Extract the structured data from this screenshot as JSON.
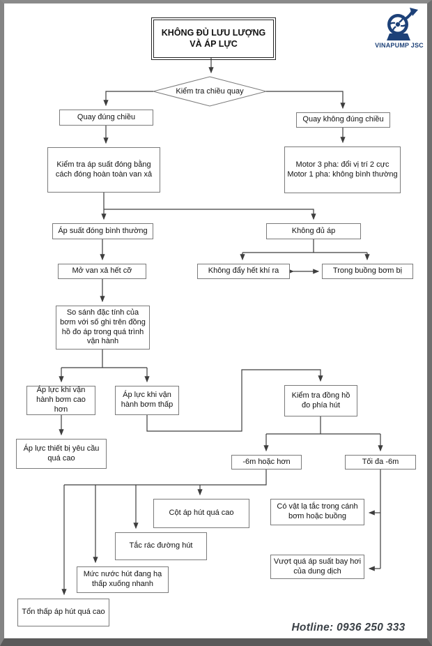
{
  "header": {
    "logo_text": "VINAPUMP JSC"
  },
  "footer": {
    "hotline": "Hotline: 0936 250 333"
  },
  "colors": {
    "brand_navy": "#1d4178",
    "connector_line": "#3d3d3d",
    "box_border": "#7a7a7a",
    "hotline_text": "#3a4046",
    "page_frame": "#6f6f6f"
  },
  "flowchart": {
    "nodes": {
      "title": {
        "label": "KHÔNG ĐỦ LƯU LƯỢNG\nVÀ ÁP LỰC"
      },
      "check_rotation": {
        "label": "Kiểm tra chiều quay"
      },
      "correct_rotation": {
        "label": "Quay đúng chiều"
      },
      "wrong_rotation": {
        "label": "Quay không đúng chiều"
      },
      "check_shutoff_pressure": {
        "label": "Kiểm tra áp suất đóng bằng cách đóng hoàn toàn van xả"
      },
      "motor_fix": {
        "label": "Motor 3 pha: đổi vị trí 2 cực\nMotor 1 pha: không bình thường"
      },
      "shutoff_pressure_normal": {
        "label": "Áp suất đóng bình thường"
      },
      "not_enough_pressure": {
        "label": "Không đủ áp"
      },
      "open_valve_fully": {
        "label": "Mở van xả hết cỡ"
      },
      "air_not_purged": {
        "label": "Không đẩy hết khí ra"
      },
      "in_pump_chamber": {
        "label": "Trong buồng bơm bị"
      },
      "compare_characteristics": {
        "label": "So sánh đặc tính của bơm với số ghi trên đồng hồ đo áp trong quá trình vận hành"
      },
      "operating_pressure_higher": {
        "label": "Áp lực khi vận hành bơm cao hơn"
      },
      "operating_pressure_lower": {
        "label": "Áp lực khi vận hành bơm thấp"
      },
      "check_suction_gauge": {
        "label": "Kiểm tra đồng hồ đo phía hút"
      },
      "required_pressure_too_high": {
        "label": "Áp lực thiết bị yêu cầu quá cao"
      },
      "minus6m_or_more": {
        "label": "-6m hoặc hơn"
      },
      "max_minus6m": {
        "label": "Tối đa -6m"
      },
      "suction_head_too_high": {
        "label": "Cột áp hút quá cao"
      },
      "foreign_object_stuck": {
        "label": "Có vật lạ tắc trong cánh bơm hoặc buồng"
      },
      "suction_line_clogged": {
        "label": "Tắc rác đường hút"
      },
      "water_level_dropping": {
        "label": "Mức nước hút đang hạ thấp xuống nhanh"
      },
      "suction_loss_too_high": {
        "label": "Tổn thấp áp hút quá cao"
      }
    }
  }
}
